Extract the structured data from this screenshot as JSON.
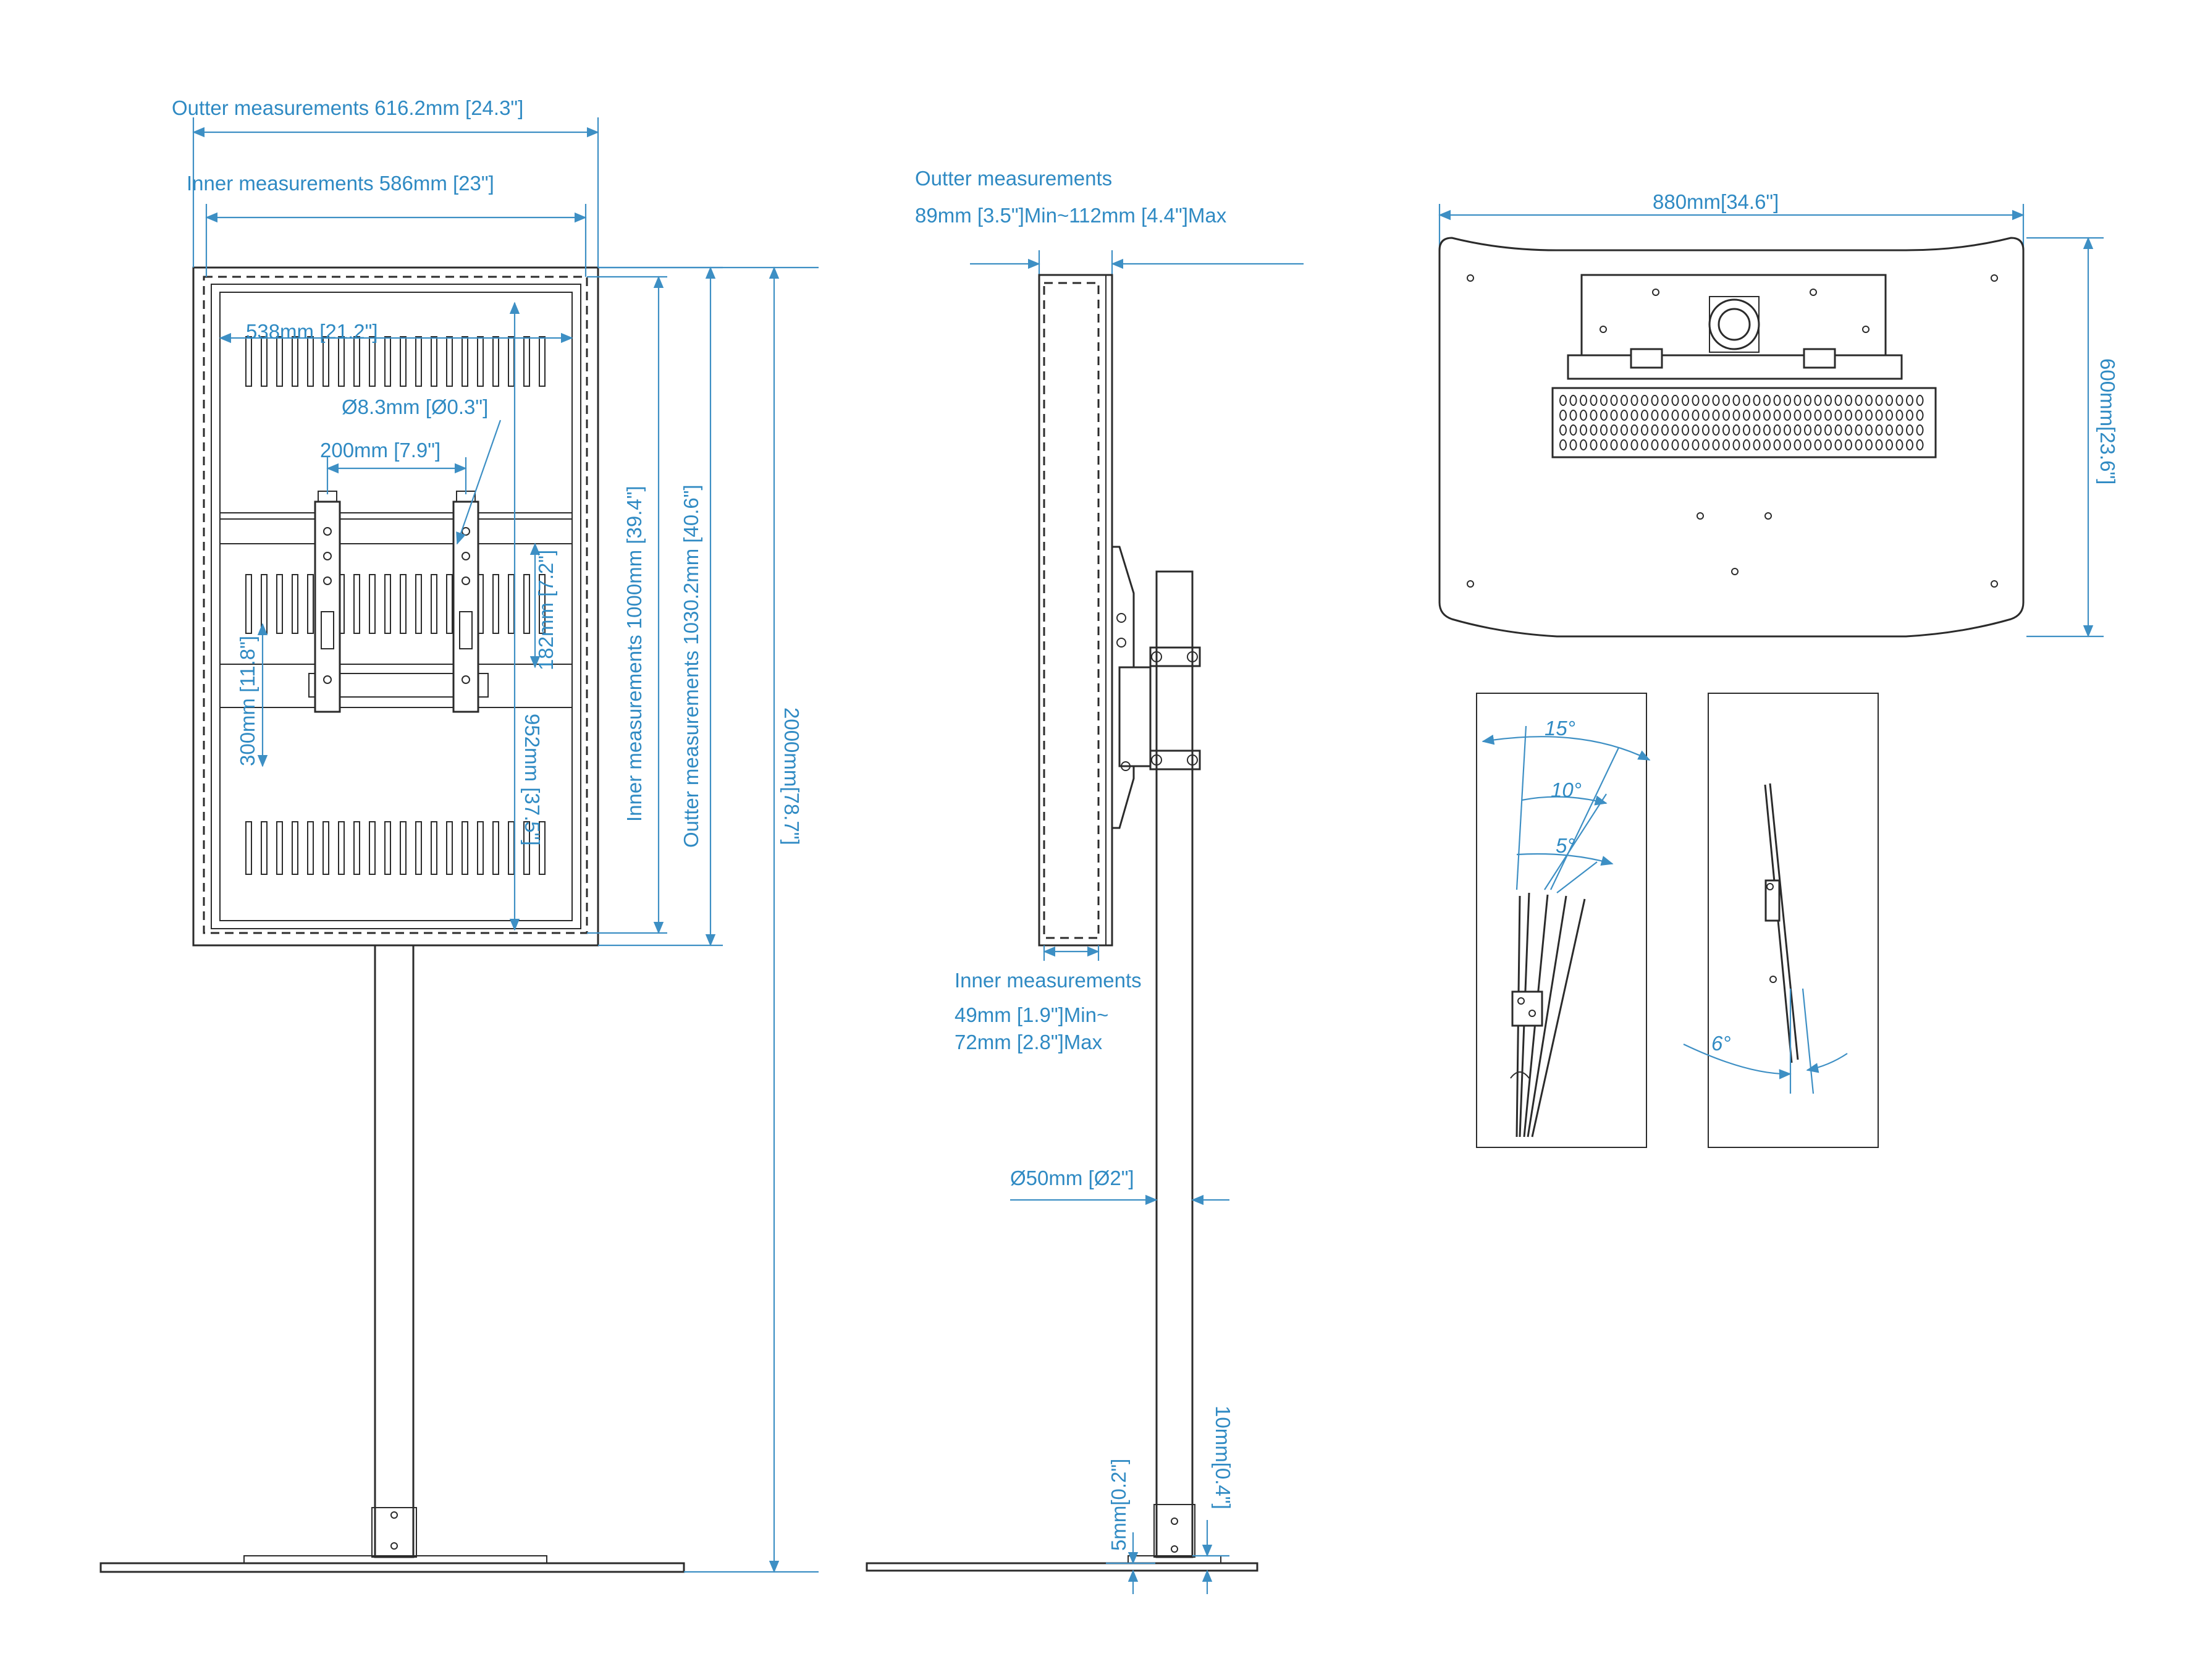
{
  "colors": {
    "dimension": "#2f8ac3",
    "drawing": "#2b2b2b",
    "background": "#ffffff"
  },
  "front_view": {
    "outer_width": "Outter measurements 616.2mm [24.3\"]",
    "inner_width": "Inner measurements 586mm [23\"]",
    "panel_width": "538mm [21.2\"]",
    "hole_diameter": "Ø8.3mm [Ø0.3\"]",
    "hole_spacing": "200mm [7.9\"]",
    "offset_182": "182mm [7.2\"]",
    "offset_300": "300mm [11.8\"]",
    "height_952": "952mm [37.5\"]",
    "inner_height": "Inner measurements 1000mm [39.4\"]",
    "outer_height": "Outter measurements 1030.2mm [40.6\"]",
    "total_height": "2000mm[78.7\"]"
  },
  "side_view": {
    "outer_depth_title": "Outter measurements",
    "outer_depth_value": "89mm [3.5\"]Min~112mm [4.4\"]Max",
    "inner_depth_title": "Inner measurements",
    "inner_depth_line1": "49mm [1.9\"]Min~",
    "inner_depth_line2": "72mm [2.8\"]Max",
    "pole_diameter": "Ø50mm [Ø2\"]",
    "base_5mm": "5mm[0.2\"]",
    "base_10mm": "10mm[0.4\"]"
  },
  "base_view": {
    "width": "880mm[34.6\"]",
    "depth": "600mm[23.6\"]"
  },
  "tilt_views": {
    "angle_15": "15°",
    "angle_10": "10°",
    "angle_5": "5°",
    "angle_6": "6°"
  }
}
